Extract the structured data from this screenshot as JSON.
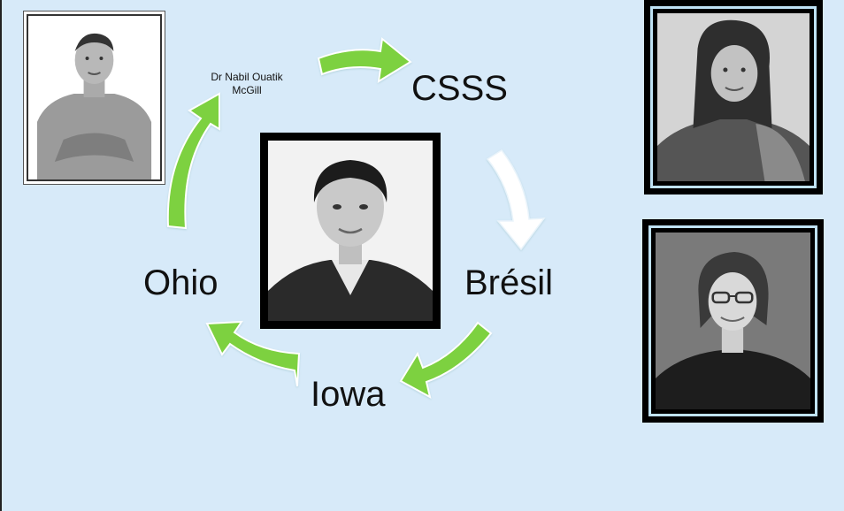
{
  "cycle": {
    "top_small_label_line1": "Dr Nabil Ouatik",
    "top_small_label_line2": "McGill",
    "node_top_right": "CSSS",
    "node_right": "Brésil",
    "node_bottom": "Iowa",
    "node_left": "Ohio"
  },
  "colors": {
    "background": "#d7eaf9",
    "arrow_green": "#7dd13f",
    "arrow_white": "#ffffff"
  }
}
